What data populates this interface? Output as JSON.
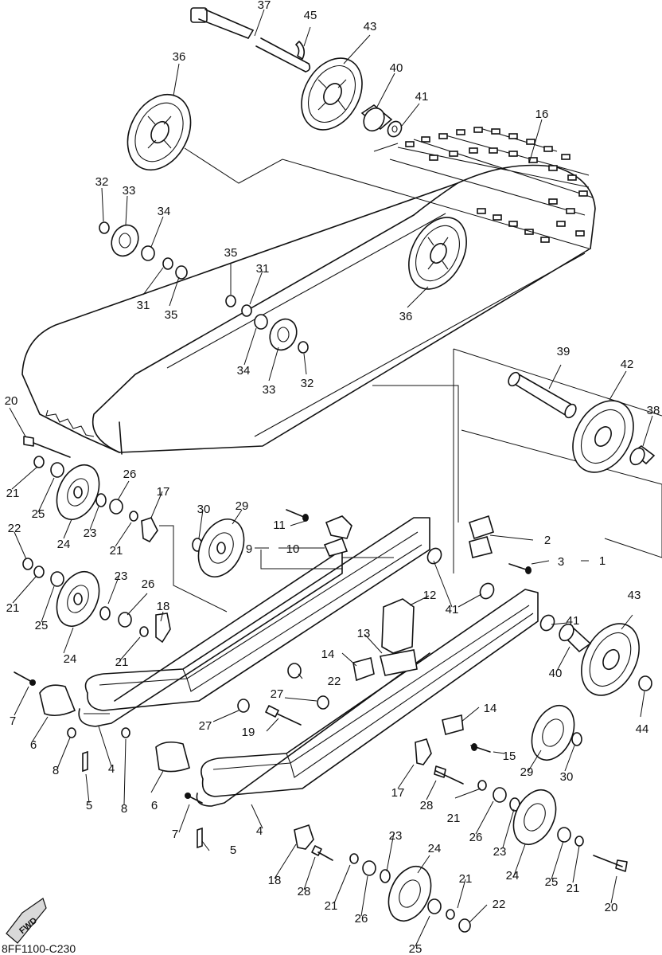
{
  "diagram_code": "8FF1100-C230",
  "forward_arrow_label": "FWD",
  "callouts": [
    {
      "id": "c37a",
      "text": "37"
    },
    {
      "id": "c45",
      "text": "45"
    },
    {
      "id": "c43a",
      "text": "43"
    },
    {
      "id": "c36a",
      "text": "36"
    },
    {
      "id": "c40a",
      "text": "40"
    },
    {
      "id": "c41a",
      "text": "41"
    },
    {
      "id": "c16",
      "text": "16"
    },
    {
      "id": "c32a",
      "text": "32"
    },
    {
      "id": "c33a",
      "text": "33"
    },
    {
      "id": "c34a",
      "text": "34"
    },
    {
      "id": "c31a",
      "text": "31"
    },
    {
      "id": "c35a",
      "text": "35"
    },
    {
      "id": "c35b",
      "text": "35"
    },
    {
      "id": "c31b",
      "text": "31"
    },
    {
      "id": "c36b",
      "text": "36"
    },
    {
      "id": "c34b",
      "text": "34"
    },
    {
      "id": "c33b",
      "text": "33"
    },
    {
      "id": "c32b",
      "text": "32"
    },
    {
      "id": "c39",
      "text": "39"
    },
    {
      "id": "c42",
      "text": "42"
    },
    {
      "id": "c38",
      "text": "38"
    },
    {
      "id": "c20a",
      "text": "20"
    },
    {
      "id": "c21a",
      "text": "21"
    },
    {
      "id": "c25a",
      "text": "25"
    },
    {
      "id": "c24a",
      "text": "24"
    },
    {
      "id": "c26a",
      "text": "26"
    },
    {
      "id": "c23a",
      "text": "23"
    },
    {
      "id": "c17a",
      "text": "17"
    },
    {
      "id": "c21b",
      "text": "21"
    },
    {
      "id": "c22a",
      "text": "22"
    },
    {
      "id": "c21c",
      "text": "21"
    },
    {
      "id": "c25b",
      "text": "25"
    },
    {
      "id": "c23b",
      "text": "23"
    },
    {
      "id": "c26b",
      "text": "26"
    },
    {
      "id": "c24b",
      "text": "24"
    },
    {
      "id": "c18a",
      "text": "18"
    },
    {
      "id": "c21d",
      "text": "21"
    },
    {
      "id": "c30a",
      "text": "30"
    },
    {
      "id": "c29a",
      "text": "29"
    },
    {
      "id": "c11",
      "text": "11"
    },
    {
      "id": "c9",
      "text": "9"
    },
    {
      "id": "c10",
      "text": "10"
    },
    {
      "id": "c2",
      "text": "2"
    },
    {
      "id": "c3",
      "text": "3"
    },
    {
      "id": "c1",
      "text": "1"
    },
    {
      "id": "c41b",
      "text": "41"
    },
    {
      "id": "c41c",
      "text": "41"
    },
    {
      "id": "c43b",
      "text": "43"
    },
    {
      "id": "c12",
      "text": "12"
    },
    {
      "id": "c13",
      "text": "13"
    },
    {
      "id": "c14a",
      "text": "14"
    },
    {
      "id": "c22b",
      "text": "22"
    },
    {
      "id": "c40b",
      "text": "40"
    },
    {
      "id": "c44",
      "text": "44"
    },
    {
      "id": "c7a",
      "text": "7"
    },
    {
      "id": "c6a",
      "text": "6"
    },
    {
      "id": "c27a",
      "text": "27"
    },
    {
      "id": "c27b",
      "text": "27"
    },
    {
      "id": "c19",
      "text": "19"
    },
    {
      "id": "c8a",
      "text": "8"
    },
    {
      "id": "c4a",
      "text": "4"
    },
    {
      "id": "c5a",
      "text": "5"
    },
    {
      "id": "c8b",
      "text": "8"
    },
    {
      "id": "c6b",
      "text": "6"
    },
    {
      "id": "c14b",
      "text": "14"
    },
    {
      "id": "c15",
      "text": "15"
    },
    {
      "id": "c29b",
      "text": "29"
    },
    {
      "id": "c30b",
      "text": "30"
    },
    {
      "id": "c17b",
      "text": "17"
    },
    {
      "id": "c28a",
      "text": "28"
    },
    {
      "id": "c7b",
      "text": "7"
    },
    {
      "id": "c4b",
      "text": "4"
    },
    {
      "id": "c5b",
      "text": "5"
    },
    {
      "id": "c21e",
      "text": "21"
    },
    {
      "id": "c26c",
      "text": "26"
    },
    {
      "id": "c23c",
      "text": "23"
    },
    {
      "id": "c23d",
      "text": "23"
    },
    {
      "id": "c24c",
      "text": "24"
    },
    {
      "id": "c25c",
      "text": "25"
    },
    {
      "id": "c21f",
      "text": "21"
    },
    {
      "id": "c20b",
      "text": "20"
    },
    {
      "id": "c18b",
      "text": "18"
    },
    {
      "id": "c28b",
      "text": "28"
    },
    {
      "id": "c21g",
      "text": "21"
    },
    {
      "id": "c26d",
      "text": "26"
    },
    {
      "id": "c24d",
      "text": "24"
    },
    {
      "id": "c21h",
      "text": "21"
    },
    {
      "id": "c22c",
      "text": "22"
    },
    {
      "id": "c25d",
      "text": "25"
    }
  ]
}
